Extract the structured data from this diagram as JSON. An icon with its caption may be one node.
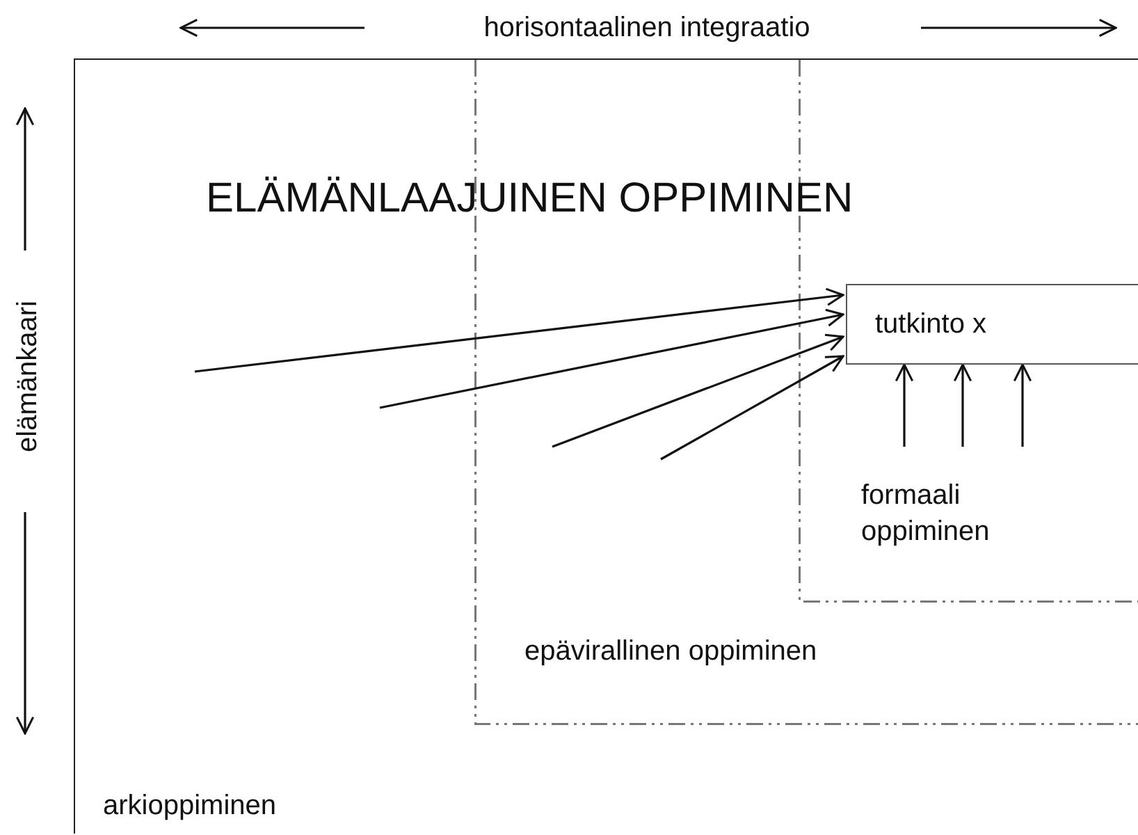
{
  "diagram": {
    "title": "ELÄMÄNLAAJUINEN OPPIMINEN",
    "nodes": [
      {
        "text": [
          "arkioppiminen"
        ]
      },
      {
        "text": [
          "epävirallinen oppiminen"
        ],
        "in": 0
      },
      {
        "text": [
          "formaali oppiminen"
        ],
        "in": 1
      },
      {
        "text": [
          "tutkinto x"
        ],
        "in": 2
      }
    ],
    "edges": [
      {
        "from": null,
        "to": 3,
        "arrow": "to"
      },
      {
        "from": null,
        "to": 3,
        "arrow": "to"
      },
      {
        "from": null,
        "to": 3,
        "arrow": "to"
      },
      {
        "from": null,
        "to": 3,
        "arrow": "to"
      },
      {
        "from": null,
        "to": 3,
        "arrow": "to"
      },
      {
        "from": null,
        "to": 3,
        "arrow": "to"
      },
      {
        "from": null,
        "to": 3,
        "arrow": "to"
      }
    ],
    "labels": [
      "horisontaalinen integraatio",
      "elämänkaari"
    ]
  }
}
